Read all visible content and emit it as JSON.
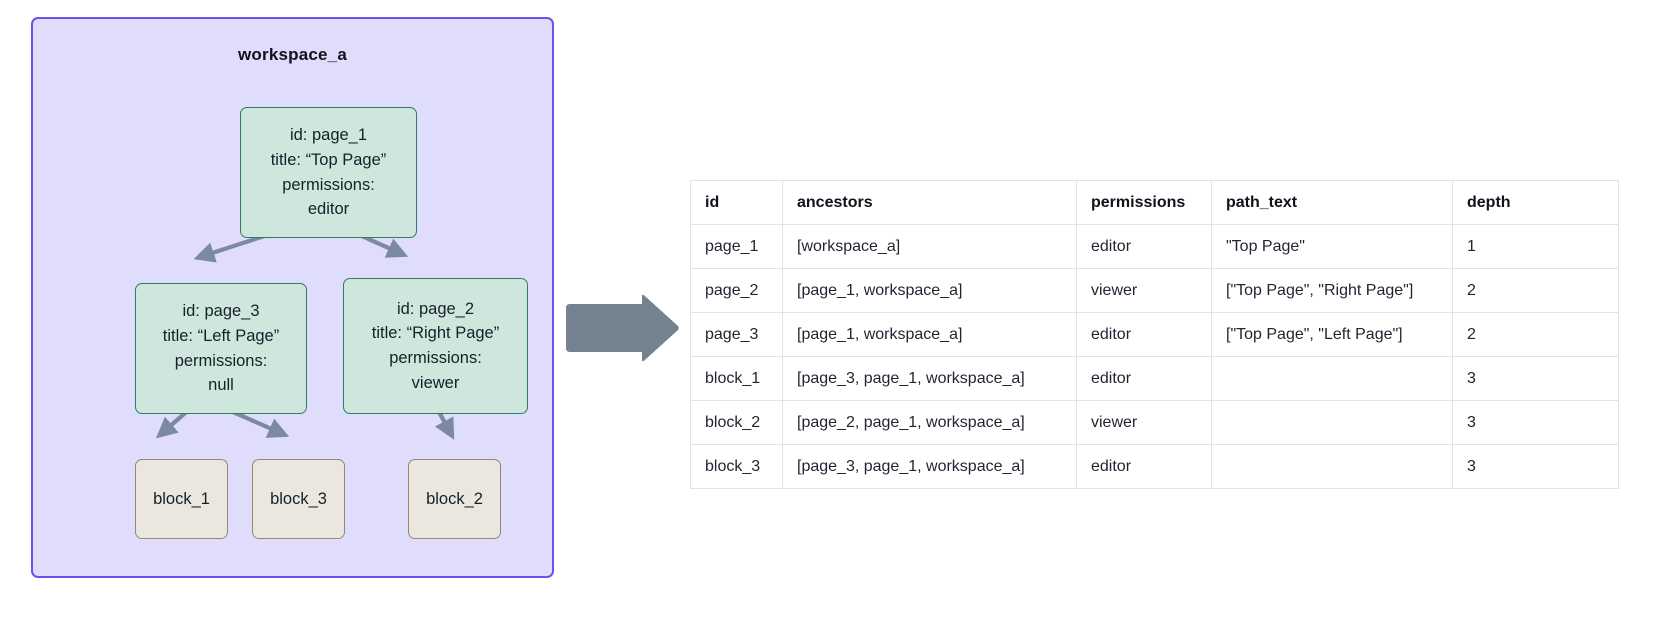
{
  "workspace": {
    "title": "workspace_a",
    "container_color": "#e0dcfc",
    "border_color": "#6f4ff0",
    "page_node_fill": "#cfe6dd",
    "page_node_border": "#2e7d62",
    "block_node_fill": "#eae8de",
    "block_node_border": "#9a8575",
    "edge_color": "#7b8aa0",
    "arrow_color": "#74838f"
  },
  "nodes": {
    "page_1": {
      "id_line": "id: page_1",
      "title_line": "title: “Top Page”",
      "permissions_label": "permissions:",
      "permissions_value": "editor"
    },
    "page_3": {
      "id_line": "id: page_3",
      "title_line": "title: “Left Page”",
      "permissions_label": "permissions:",
      "permissions_value": "null"
    },
    "page_2": {
      "id_line": "id: page_2",
      "title_line": "title: “Right Page”",
      "permissions_label": "permissions:",
      "permissions_value": "viewer"
    },
    "block_1": {
      "label": "block_1"
    },
    "block_3": {
      "label": "block_3"
    },
    "block_2": {
      "label": "block_2"
    }
  },
  "table": {
    "columns": [
      "id",
      "ancestors",
      "permissions",
      "path_text",
      "depth"
    ],
    "rows": [
      {
        "id": "page_1",
        "ancestors": "[workspace_a]",
        "permissions": "editor",
        "path_text": "\"Top Page\"",
        "depth": "1"
      },
      {
        "id": "page_2",
        "ancestors": "[page_1, workspace_a]",
        "permissions": "viewer",
        "path_text": "[\"Top Page\", \"Right Page\"]",
        "depth": "2"
      },
      {
        "id": "page_3",
        "ancestors": "[page_1, workspace_a]",
        "permissions": "editor",
        "path_text": "[\"Top Page\", \"Left Page\"]",
        "depth": "2"
      },
      {
        "id": "block_1",
        "ancestors": "[page_3, page_1, workspace_a]",
        "permissions": "editor",
        "path_text": "",
        "depth": "3"
      },
      {
        "id": "block_2",
        "ancestors": "[page_2, page_1, workspace_a]",
        "permissions": "viewer",
        "path_text": "",
        "depth": "3"
      },
      {
        "id": "block_3",
        "ancestors": "[page_3, page_1, workspace_a]",
        "permissions": "editor",
        "path_text": "",
        "depth": "3"
      }
    ]
  }
}
